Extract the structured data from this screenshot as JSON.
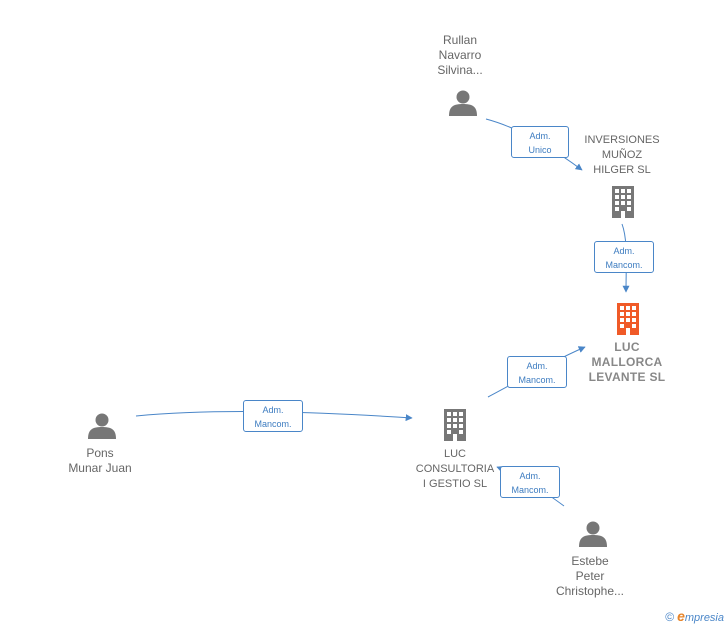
{
  "nodes": [
    {
      "id": "rullan",
      "type": "person",
      "lines": [
        "Rullan",
        "Navarro",
        "Silvina..."
      ]
    },
    {
      "id": "inversiones",
      "type": "company",
      "lines": [
        "INVERSIONES",
        "MUÑOZ",
        "HILGER  SL"
      ]
    },
    {
      "id": "luc_mallorca",
      "type": "company-main",
      "lines": [
        "LUC",
        "MALLORCA",
        "LEVANTE  SL"
      ]
    },
    {
      "id": "luc_consultoria",
      "type": "company",
      "lines": [
        "LUC",
        "CONSULTORIA",
        "I GESTIO  SL"
      ]
    },
    {
      "id": "pons",
      "type": "person",
      "lines": [
        "Pons",
        "Munar Juan"
      ]
    },
    {
      "id": "estebe",
      "type": "person",
      "lines": [
        "Estebe",
        "Peter",
        "Christophe..."
      ]
    }
  ],
  "relations": [
    {
      "from": "rullan",
      "to": "inversiones",
      "lines": [
        "Adm.",
        "Unico"
      ]
    },
    {
      "from": "inversiones",
      "to": "luc_mallorca",
      "lines": [
        "Adm.",
        "Mancom."
      ]
    },
    {
      "from": "luc_consultoria",
      "to": "luc_mallorca",
      "lines": [
        "Adm.",
        "Mancom."
      ]
    },
    {
      "from": "pons",
      "to": "luc_consultoria",
      "lines": [
        "Adm.",
        "Mancom."
      ]
    },
    {
      "from": "estebe",
      "to": "luc_consultoria",
      "lines": [
        "Adm.",
        "Mancom."
      ]
    }
  ],
  "colors": {
    "edge": "#4a86c8",
    "person": "#777777",
    "company": "#777777",
    "main": "#f05a28"
  },
  "brand": {
    "copyright": "©",
    "initial": "e",
    "rest": "mpresia"
  }
}
